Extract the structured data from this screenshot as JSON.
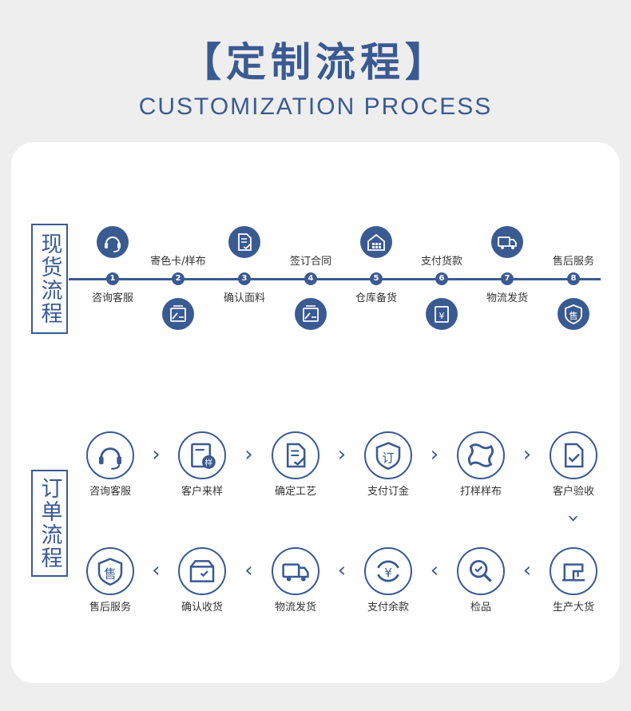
{
  "header": {
    "title": "【定制流程】",
    "subtitle": "CUSTOMIZATION PROCESS"
  },
  "section1": {
    "side_label": "现货流程",
    "steps": [
      {
        "num": "1",
        "label": "咨询客服",
        "icon": "headset-icon"
      },
      {
        "num": "2",
        "label": "寄色卡/样布",
        "icon": "sample-card-icon"
      },
      {
        "num": "3",
        "label": "确认面料",
        "icon": "document-check-icon"
      },
      {
        "num": "4",
        "label": "签订合同",
        "icon": "contract-icon"
      },
      {
        "num": "5",
        "label": "仓库备货",
        "icon": "warehouse-icon"
      },
      {
        "num": "6",
        "label": "支付货款",
        "icon": "payment-icon"
      },
      {
        "num": "7",
        "label": "物流发货",
        "icon": "truck-icon"
      },
      {
        "num": "8",
        "label": "售后服务",
        "icon": "after-sales-icon"
      }
    ]
  },
  "section2": {
    "side_label": "订单流程",
    "row1": [
      {
        "label": "咨询客服",
        "icon": "headset-icon"
      },
      {
        "label": "客户来样",
        "icon": "sample-icon",
        "glyph": "样"
      },
      {
        "label": "确定工艺",
        "icon": "document-edit-icon"
      },
      {
        "label": "支付订金",
        "icon": "deposit-shield-icon",
        "glyph": "订"
      },
      {
        "label": "打样样布",
        "icon": "fabric-swatch-icon"
      },
      {
        "label": "客户验收",
        "icon": "acceptance-check-icon"
      }
    ],
    "row2": [
      {
        "label": "售后服务",
        "icon": "after-sales-icon",
        "glyph": "售"
      },
      {
        "label": "确认收货",
        "icon": "receive-box-icon"
      },
      {
        "label": "物流发货",
        "icon": "truck-icon"
      },
      {
        "label": "支付余款",
        "icon": "balance-payment-icon",
        "glyph": "¥"
      },
      {
        "label": "检品",
        "icon": "inspection-icon"
      },
      {
        "label": "生产大货",
        "icon": "sewing-machine-icon"
      }
    ]
  },
  "colors": {
    "accent": "#3a5a92",
    "background": "#eeeeee",
    "card": "#ffffff"
  }
}
